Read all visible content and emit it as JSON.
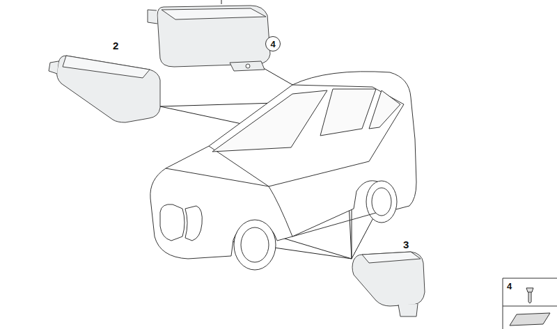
{
  "diagram": {
    "nodes": [
      {
        "text": [
          "4"
        ]
      },
      {
        "text": [
          "4"
        ]
      }
    ],
    "labels": [
      "2",
      "3"
    ]
  }
}
